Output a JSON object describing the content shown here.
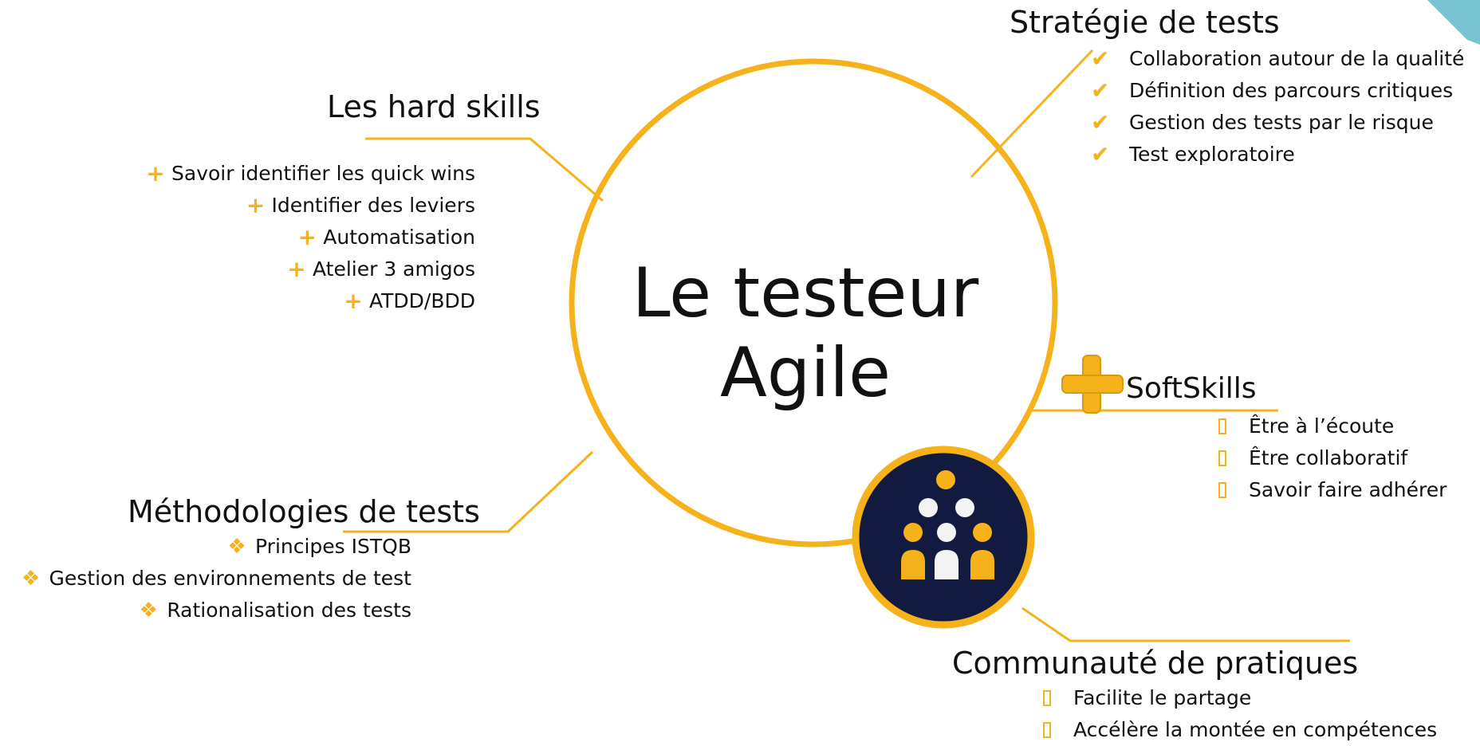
{
  "center": {
    "line1": "Le testeur",
    "line2": "Agile"
  },
  "hard_skills": {
    "title": "Les hard skills",
    "items": [
      "Savoir identifier les quick wins",
      "Identifier des leviers",
      "Automatisation",
      "Atelier 3 amigos",
      "ATDD/BDD"
    ]
  },
  "strategie": {
    "title": "Stratégie de tests",
    "items": [
      "Collaboration autour de la qualité",
      "Définition des parcours critiques",
      "Gestion des tests par le risque",
      "Test exploratoire"
    ]
  },
  "softskills": {
    "title": "SoftSkills",
    "items": [
      "Être à l’écoute",
      "Être collaboratif",
      "Savoir faire adhérer"
    ]
  },
  "methodologies": {
    "title": "Méthodologies de tests",
    "items": [
      "Principes ISTQB",
      "Gestion des environnements de test",
      "Rationalisation des tests"
    ]
  },
  "communaute": {
    "title": "Communauté de pratiques",
    "items": [
      "Facilite le partage",
      "Accélère la montée en compétences"
    ]
  },
  "bullets": {
    "plus": "+",
    "check": "✔",
    "diamond": "❖"
  },
  "colors": {
    "accent": "#f5b21b",
    "navy": "#131a3f",
    "text": "#111111"
  },
  "icons": {
    "community": "people-group-icon",
    "softskills": "plus-icon"
  }
}
